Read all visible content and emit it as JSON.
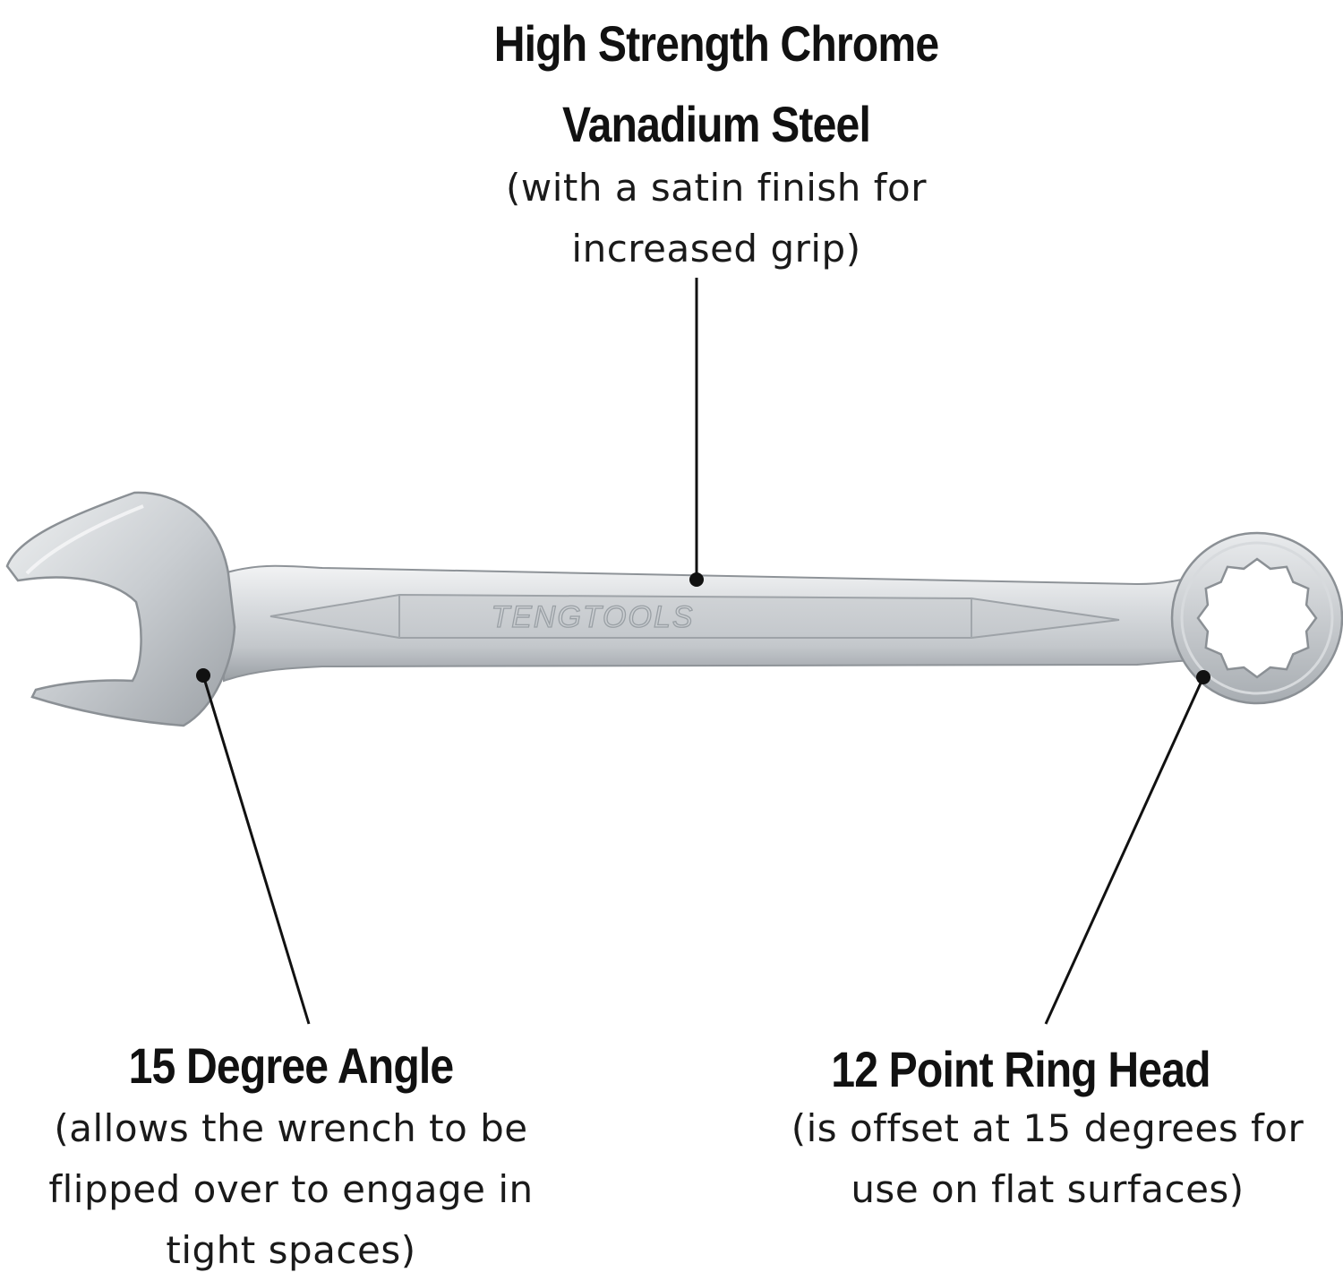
{
  "callouts": {
    "steel": {
      "title": [
        "High Strength Chrome",
        "Vanadium Steel"
      ],
      "subtitle": [
        "(with a satin finish for",
        "increased grip)"
      ]
    },
    "angle": {
      "title": "15 Degree Angle",
      "subtitle": [
        "(allows the wrench to be",
        "flipped over to engage in",
        "tight spaces)"
      ]
    },
    "ring": {
      "title": "12 Point Ring Head",
      "subtitle": [
        "(is offset at 15 degrees for",
        "use on flat surfaces)"
      ]
    }
  },
  "wrench": {
    "brand_mark": "TENGTOOLS",
    "ring_points": 12,
    "angle_degrees": 15
  },
  "colors": {
    "background": "#ffffff",
    "text": "#111111",
    "leader_line": "#111111",
    "steel_light": "#e6e8ea",
    "steel_mid": "#bfc3c7",
    "steel_dark": "#8d9296"
  }
}
